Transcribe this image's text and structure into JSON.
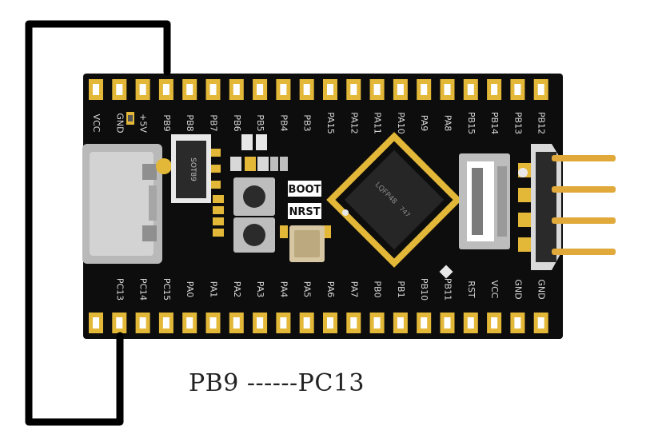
{
  "board": {
    "top_pins": [
      "VCC",
      "GND",
      "+5V",
      "PB9",
      "PB8",
      "PB7",
      "PB6",
      "PB5",
      "PB4",
      "PB3",
      "PA15",
      "PA12",
      "PA11",
      "PA10",
      "PA9",
      "PA8",
      "PB15",
      "PB14",
      "PB13",
      "PB12"
    ],
    "bottom_pins": [
      "",
      "PC13",
      "PC14",
      "PC15",
      "PA0",
      "PA1",
      "PA2",
      "PA3",
      "PA4",
      "PA5",
      "PA6",
      "PA7",
      "PB0",
      "PB1",
      "PB10",
      "PB11",
      "RST",
      "VCC",
      "GND",
      "GND"
    ],
    "chip_label": "LQFP48",
    "chip_code": "747",
    "regulator_label": "SOT89",
    "boot_label": "BOOT",
    "nrst_label": "NRST",
    "colors": {
      "pcb": "#0d0d0d",
      "gold": "#e3b838",
      "wire": "#000000",
      "label": "#d8d8d8"
    }
  },
  "connection": {
    "caption": "PB9 ------PC13",
    "from_pin": "PB9",
    "to_pin": "PC13"
  }
}
